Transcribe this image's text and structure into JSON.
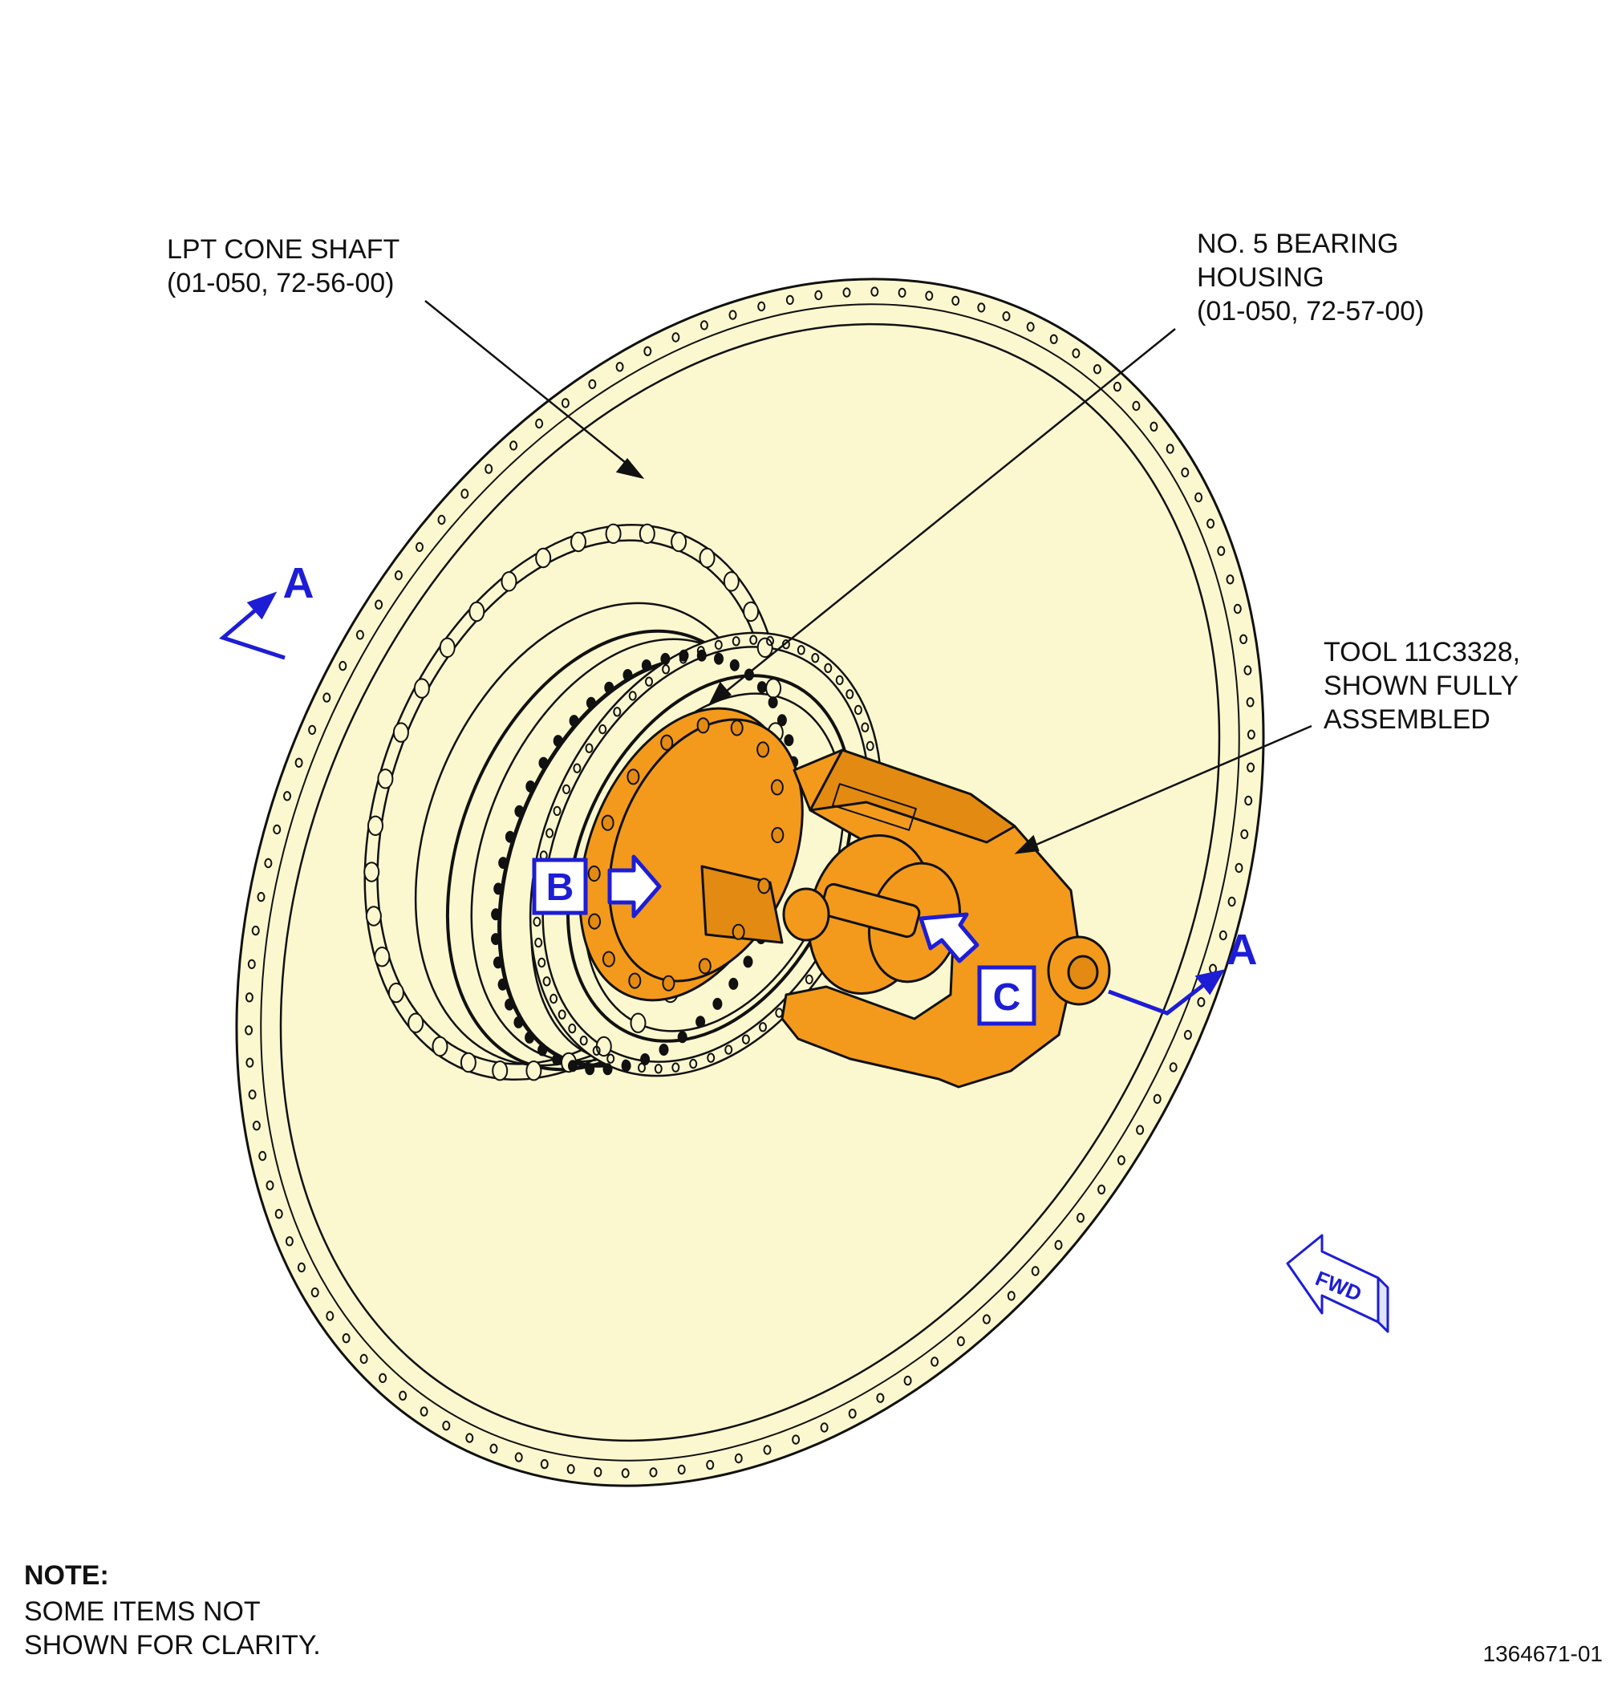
{
  "callouts": {
    "lpt_cone_shaft": "LPT CONE SHAFT\n(01-050, 72-56-00)",
    "bearing_housing": "NO. 5 BEARING\nHOUSING\n(01-050, 72-57-00)",
    "tool": "TOOL 11C3328,\nSHOWN FULLY\nASSEMBLED"
  },
  "section_marks": {
    "a_left": "A",
    "a_right": "A"
  },
  "view_marks": {
    "b": "B",
    "c": "C"
  },
  "fwd_label": "FWD",
  "note": {
    "heading": "NOTE:",
    "text": "SOME ITEMS NOT\nSHOWN FOR CLARITY."
  },
  "figure_number": "1364671-01",
  "colors": {
    "disk_fill": "#fbf8cf",
    "tool_fill": "#f39a1c",
    "view_mark_blue": "#1d1dd6",
    "line": "#111111"
  }
}
